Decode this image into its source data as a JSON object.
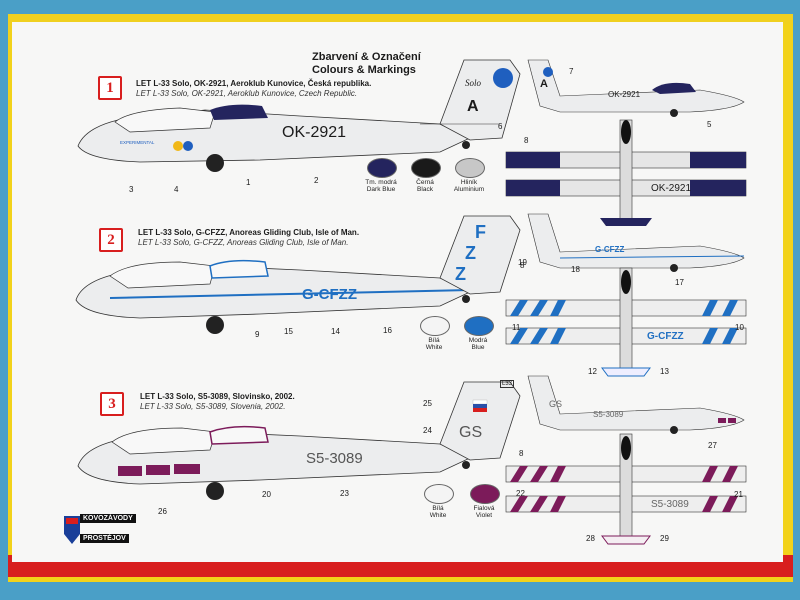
{
  "header": {
    "title_cz": "Zbarvení & Označení",
    "title_en": "Colours & Markings"
  },
  "variants": [
    {
      "num": "1",
      "title": "LET  L-33 Solo, OK-2921, Aeroklub Kunovice, Česká republika.",
      "subtitle": "LET  L-33 Solo, OK-2921, Aeroklub Kunovice, Czech Republic.",
      "registration": "OK-2921",
      "fin_letter": "A",
      "fin_script": "Solo",
      "nose_text": "EXPERIMENTAL",
      "callouts": [
        "1",
        "2",
        "3",
        "4",
        "5",
        "6",
        "7",
        "8"
      ],
      "swatches": [
        {
          "cz": "Tm. modrá",
          "en": "Dark Blue",
          "color": "#24245e"
        },
        {
          "cz": "Černá",
          "en": "Black",
          "color": "#1a1a1a"
        },
        {
          "cz": "Hliník",
          "en": "Aluminium",
          "color": "#c7c7c7"
        }
      ]
    },
    {
      "num": "2",
      "title": "LET  L-33 Solo, G-CFZZ, Anoreas Gliding Club, Isle of Man.",
      "subtitle": "LET  L-33 Solo, G-CFZZ, Anoreas Gliding Club, Isle of Man.",
      "registration": "G-CFZZ",
      "fin_letters": [
        "F",
        "Z",
        "Z"
      ],
      "callouts": [
        "8",
        "9",
        "10",
        "11",
        "12",
        "13",
        "14",
        "15",
        "16",
        "17",
        "18",
        "19"
      ],
      "swatches": [
        {
          "cz": "Bílá",
          "en": "White",
          "color": "#f4f4f4"
        },
        {
          "cz": "Modrá",
          "en": "Blue",
          "color": "#1f6fc2"
        }
      ]
    },
    {
      "num": "3",
      "title": "LET  L-33 Solo, S5-3089, Slovinsko, 2002.",
      "subtitle": "LET  L-33 Solo, S5-3089, Slovenia, 2002.",
      "registration": "S5-3089",
      "fin_letters": "GS",
      "fin_tag": "L33",
      "callouts": [
        "8",
        "20",
        "21",
        "22",
        "23",
        "24",
        "25",
        "26",
        "27",
        "28",
        "29"
      ],
      "swatches": [
        {
          "cz": "Bílá",
          "en": "White",
          "color": "#f4f4f4"
        },
        {
          "cz": "Fialová",
          "en": "Violet",
          "color": "#7c1b5a"
        }
      ]
    }
  ],
  "logo": {
    "top": "KOVOZÁVODY",
    "bottom": "PROSTĚJOV"
  },
  "colors": {
    "box_yellow": "#f2d21a",
    "box_red": "#d81e1e",
    "background": "#4a9fc7",
    "dark_blue": "#24245e",
    "blue": "#1f6fc2",
    "violet": "#7c1b5a"
  }
}
